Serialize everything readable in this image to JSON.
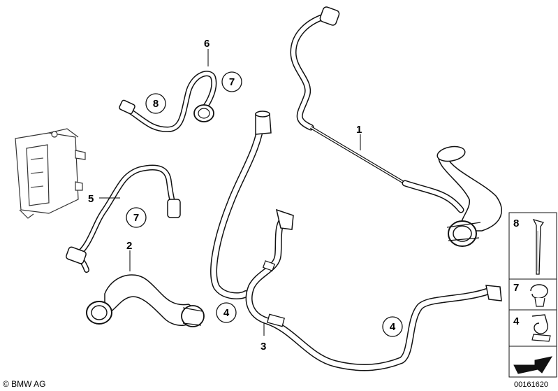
{
  "callouts": {
    "p1": "1",
    "p2": "2",
    "p3": "3",
    "p4_circle_a": "4",
    "p4_circle_b": "4",
    "p5": "5",
    "p6": "6",
    "p7_circle_a": "7",
    "p7_circle_b": "7",
    "p8_circle": "8"
  },
  "legend": {
    "items": [
      {
        "number": "8",
        "icon": "cable-tie-icon"
      },
      {
        "number": "7",
        "icon": "hose-clip-icon"
      },
      {
        "number": "4",
        "icon": "holder-clip-icon"
      }
    ],
    "arrow_icon": "direction-arrow-icon"
  },
  "footer": {
    "copyright": "© BMW AG",
    "image_number": "00161620"
  },
  "colors": {
    "line": "#111111",
    "background": "#ffffff"
  }
}
